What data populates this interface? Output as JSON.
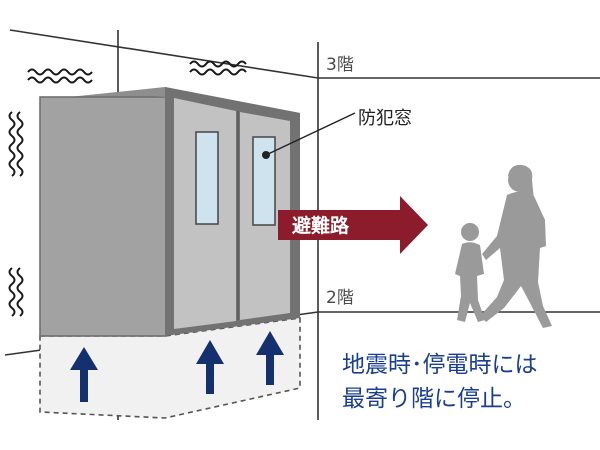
{
  "floors": {
    "upper": "3階",
    "lower": "2階"
  },
  "callout": {
    "label": "防犯窓"
  },
  "evacuation_arrow": {
    "label": "避難路",
    "color": "#8c1c2c"
  },
  "caption": {
    "line1": "地震時･停電時には",
    "line2": "最寄り階に停止。",
    "color": "#1b3f8f"
  },
  "colors": {
    "cab_side": "#a2a2a2",
    "cab_top": "#8e8e8e",
    "door_frame": "#727272",
    "door_panel": "#c2c2c2",
    "window": "#cfe3ee",
    "shaft_fill": "#f1f1f1",
    "up_arrow": "#15306f",
    "people": "#9a9a9a"
  },
  "icons": {
    "vibration": "vibration-wave-icon",
    "up_arrow": "up-arrow-icon",
    "people": "pedestrian-silhouette-icon"
  }
}
